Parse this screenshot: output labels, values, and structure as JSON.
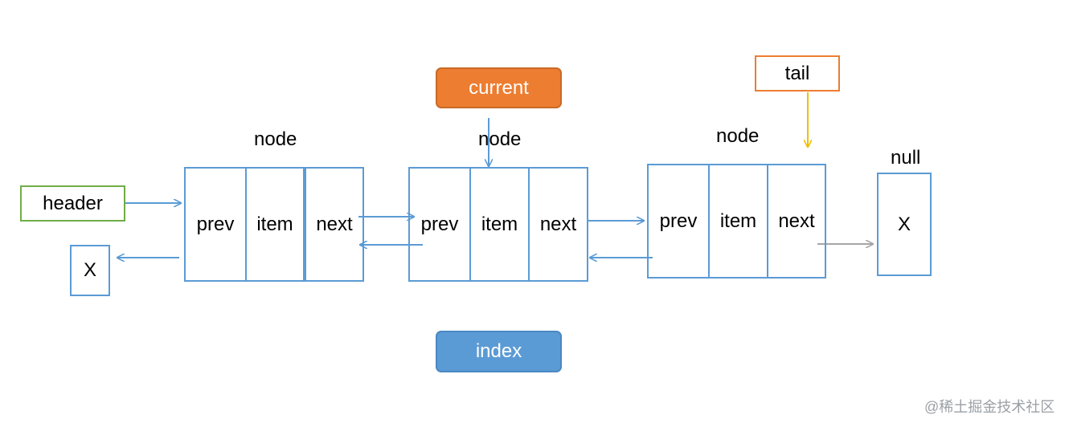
{
  "colors": {
    "node_border": "#5b9bd5",
    "link_arrow": "#5b9bd5",
    "header_border": "#70ad47",
    "tail_border": "#ed7d31",
    "tail_arrow": "#f0c000",
    "null_arrow": "#a6a6a6",
    "current_fill": "#ed7d31",
    "index_fill": "#5b9bd5"
  },
  "nodes": [
    {
      "label": "node",
      "fields": [
        "prev",
        "item",
        "next"
      ]
    },
    {
      "label": "node",
      "fields": [
        "prev",
        "item",
        "next"
      ]
    },
    {
      "label": "node",
      "fields": [
        "prev",
        "item",
        "next"
      ]
    }
  ],
  "header": {
    "text": "header"
  },
  "tail": {
    "text": "tail"
  },
  "current": {
    "text": "current"
  },
  "index": {
    "text": "index"
  },
  "null_box": {
    "label": "null",
    "text": "X"
  },
  "left_null": {
    "text": "X"
  },
  "watermark": "@稀土掘金技术社区"
}
